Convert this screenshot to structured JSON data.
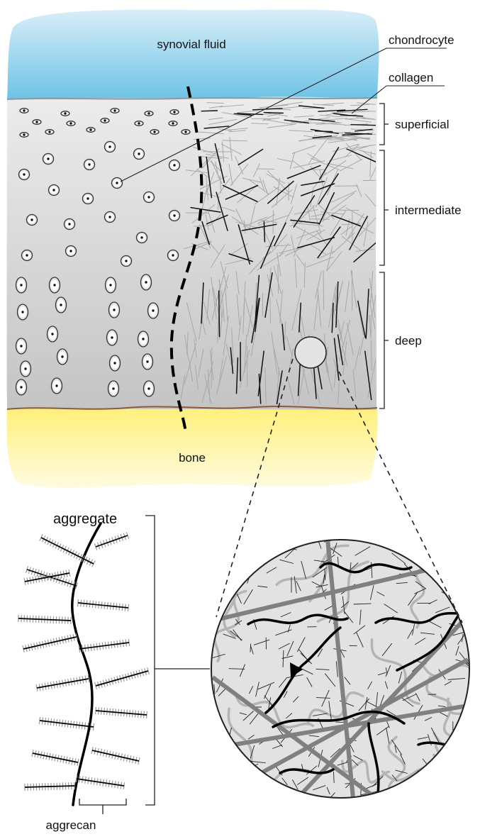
{
  "labels": {
    "synovial_fluid": "synovial fluid",
    "chondrocyte": "chondrocyte",
    "collagen": "collagen",
    "superficial": "superficial",
    "intermediate": "intermediate",
    "deep": "deep",
    "bone": "bone",
    "aggregate": "aggregate",
    "aggrecan": "aggrecan"
  },
  "colors": {
    "synovial_top": "#d8eef8",
    "synovial_bottom": "#6ec3e6",
    "cartilage_top": "#ececec",
    "cartilage_bottom": "#c4c4c4",
    "bone_top": "#fff07a",
    "bone_bottom": "#fffbe0",
    "tidemark": "#8a5a3a",
    "surface_line": "#8899a0",
    "fiber_dark": "#111111",
    "fiber_light": "#a8a8a8",
    "inset_fill": "#e2e2e2",
    "collagen_band": "#808080",
    "bristle": "#9a9a9a"
  }
}
